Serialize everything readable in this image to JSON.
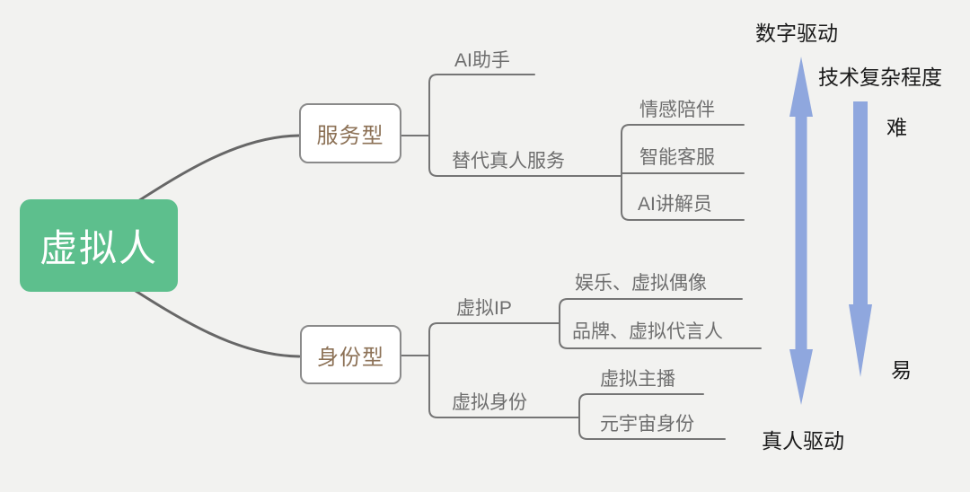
{
  "root": {
    "label": "虚拟人"
  },
  "branches": [
    {
      "label": "服务型",
      "children": [
        {
          "label": "AI助手",
          "children": []
        },
        {
          "label": "替代真人服务",
          "children": [
            {
              "label": "情感陪伴"
            },
            {
              "label": "智能客服"
            },
            {
              "label": "AI讲解员"
            }
          ]
        }
      ]
    },
    {
      "label": "身份型",
      "children": [
        {
          "label": "虚拟IP",
          "children": [
            {
              "label": "娱乐、虚拟偶像"
            },
            {
              "label": "品牌、虚拟代言人"
            }
          ]
        },
        {
          "label": "虚拟身份",
          "children": [
            {
              "label": "虚拟主播"
            },
            {
              "label": "元宇宙身份"
            }
          ]
        }
      ]
    }
  ],
  "axis": {
    "top_label": "数字驱动",
    "bottom_label": "真人驱动",
    "scale_title": "技术复杂程度",
    "scale_top": "难",
    "scale_bottom": "易"
  },
  "colors": {
    "background": "#f2f2f0",
    "root_fill": "#5dbf8d",
    "root_text": "#ffffff",
    "branch_border": "#8a8a8a",
    "branch_text": "#8c7156",
    "line_gray": "#6f6f6f",
    "topic_text": "#6e6e6e",
    "axis_text": "#1a1a1a",
    "arrow_blue": "#8fa7de"
  }
}
